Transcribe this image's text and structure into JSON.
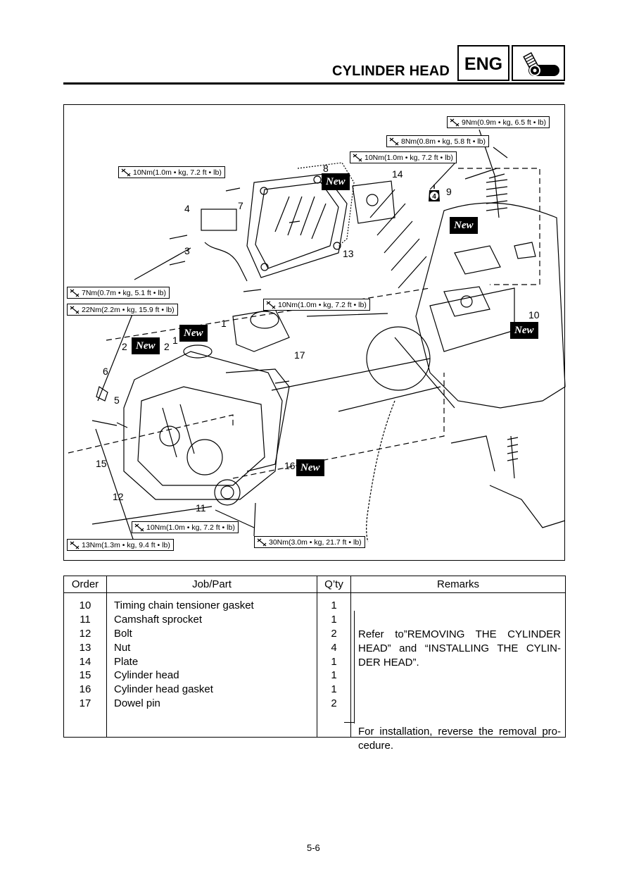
{
  "header": {
    "title": "CYLINDER HEAD",
    "section_code": "ENG",
    "section_icon": "engine-icon"
  },
  "diagram": {
    "torque_specs": [
      {
        "id": "t1",
        "text": "9Nm(0.9m • kg, 6.5 ft • lb)"
      },
      {
        "id": "t2",
        "text": "8Nm(0.8m • kg, 5.8 ft • lb)"
      },
      {
        "id": "t3",
        "text": "10Nm(1.0m • kg, 7.2 ft • lb)"
      },
      {
        "id": "t4",
        "text": "10Nm(1.0m • kg, 7.2 ft • lb)"
      },
      {
        "id": "t5",
        "text": "7Nm(0.7m • kg, 5.1 ft • lb)"
      },
      {
        "id": "t6",
        "text": "22Nm(2.2m • kg, 15.9 ft • lb)"
      },
      {
        "id": "t7",
        "text": "10Nm(1.0m • kg, 7.2 ft • lb)"
      },
      {
        "id": "t8",
        "text": "10Nm(1.0m • kg, 7.2 ft • lb)"
      },
      {
        "id": "t9",
        "text": "13Nm(1.3m • kg, 9.4 ft • lb)"
      },
      {
        "id": "t10",
        "text": "30Nm(3.0m • kg, 21.7 ft • lb)"
      }
    ],
    "callouts": [
      "8",
      "14",
      "9",
      "7",
      "4",
      "3",
      "13",
      "10",
      "1",
      "1",
      "2",
      "2",
      "17",
      "6",
      "5",
      "15",
      "16",
      "12",
      "11"
    ],
    "new_badge": "New",
    "loctite_number": "4"
  },
  "table": {
    "headers": {
      "order": "Order",
      "job": "Job/Part",
      "qty": "Q’ty",
      "remarks": "Remarks"
    },
    "rows": [
      {
        "order": "10",
        "job": "Timing chain tensioner gasket",
        "qty": "1"
      },
      {
        "order": "11",
        "job": "Camshaft sprocket",
        "qty": "1"
      },
      {
        "order": "12",
        "job": "Bolt",
        "qty": "2"
      },
      {
        "order": "13",
        "job": "Nut",
        "qty": "4"
      },
      {
        "order": "14",
        "job": "Plate",
        "qty": "1"
      },
      {
        "order": "15",
        "job": "Cylinder head",
        "qty": "1"
      },
      {
        "order": "16",
        "job": "Cylinder head gasket",
        "qty": "1"
      },
      {
        "order": "17",
        "job": "Dowel pin",
        "qty": "2"
      }
    ],
    "remark_refer": "Refer to”REMOVING THE CYLINDER HEAD” and “INSTALLING THE CYLIN-DER HEAD”.",
    "remark_install": "For installation, reverse the removal pro-cedure."
  },
  "page_number": "5-6"
}
